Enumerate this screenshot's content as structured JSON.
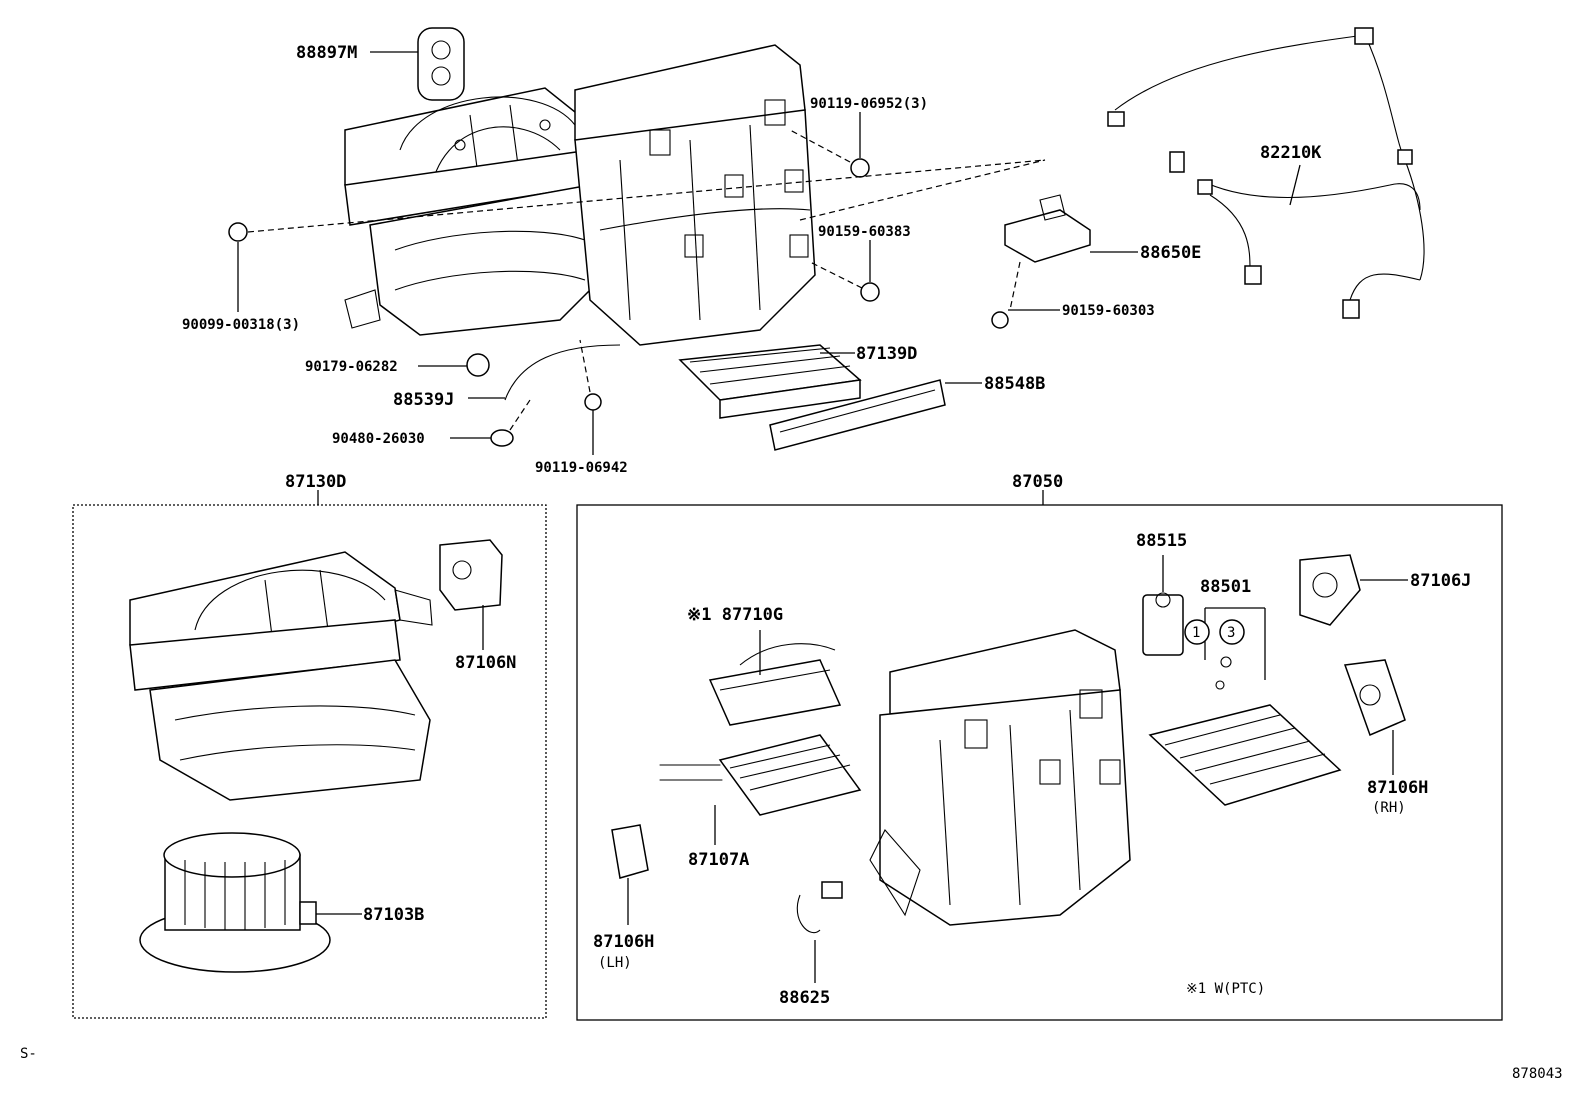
{
  "callouts": {
    "p88897M": "88897M",
    "p90119_06952": "90119-06952(3)",
    "p82210K": "82210K",
    "p90159_60383": "90159-60383",
    "p88650E": "88650E",
    "p90159_60303": "90159-60303",
    "p90099_00318": "90099-00318(3)",
    "p90179_06282": "90179-06282",
    "p87139D": "87139D",
    "p88539J": "88539J",
    "p88548B": "88548B",
    "p90480_26030": "90480-26030",
    "p90119_06942": "90119-06942",
    "p87130D": "87130D",
    "p87050": "87050",
    "p87106N": "87106N",
    "p87103B": "87103B",
    "p88515": "88515",
    "p88501": "88501",
    "p87106J": "87106J",
    "p87710G": "※1 87710G",
    "p87107A": "87107A",
    "p87106H_rh": "87106H",
    "rh": "(RH)",
    "p87106H_lh": "87106H",
    "lh": "(LH)",
    "p88625": "88625",
    "circle1": "1",
    "circle3": "3",
    "footnote": "※1 W(PTC)",
    "corner_left": "S-",
    "drawing_id": "878043"
  }
}
